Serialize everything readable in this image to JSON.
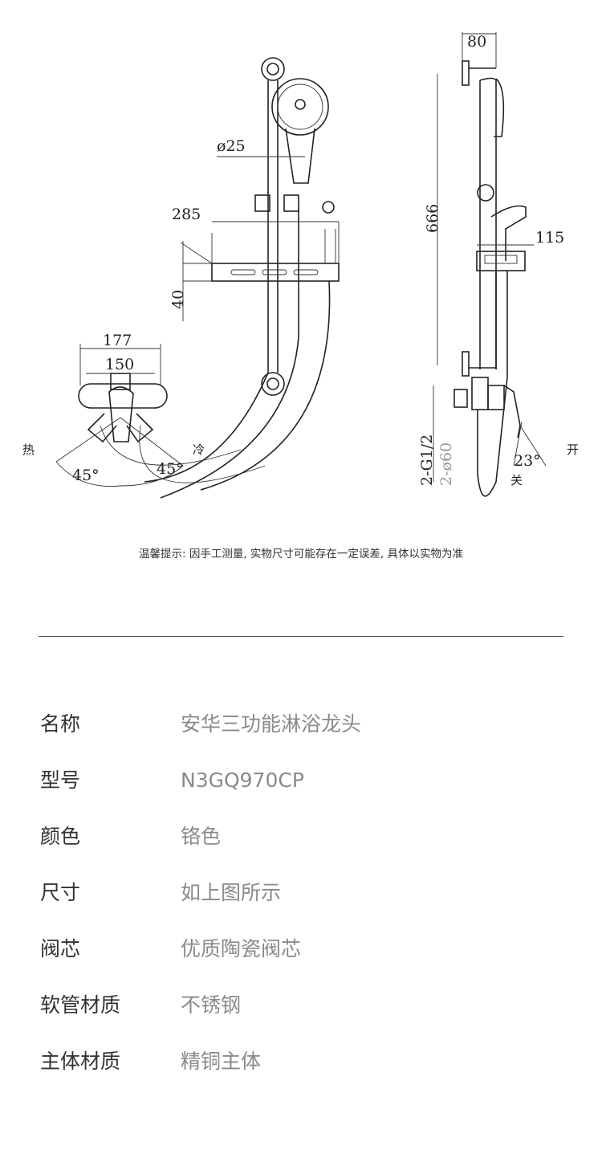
{
  "drawing": {
    "dimensions": {
      "d80": "80",
      "d25": "ø25",
      "d285": "285",
      "d40": "40",
      "d666": "666",
      "d115": "115",
      "d177": "177",
      "d150": "150",
      "a45_left": "45°",
      "a45_right": "45°",
      "a23": "23°",
      "thread": "2-G1/2",
      "flange": "2-ø60"
    },
    "labels": {
      "hot": "热",
      "cold": "冷",
      "open": "开",
      "close": "关"
    }
  },
  "note": "温馨提示: 因手工测量, 实物尺寸可能存在一定误差, 具体以实物为准",
  "specs": [
    {
      "label": "名称",
      "value": "安华三功能淋浴龙头"
    },
    {
      "label": "型号",
      "value": "N3GQ970CP"
    },
    {
      "label": "颜色",
      "value": "铬色"
    },
    {
      "label": "尺寸",
      "value": "如上图所示"
    },
    {
      "label": "阀芯",
      "value": "优质陶瓷阀芯"
    },
    {
      "label": "软管材质",
      "value": "不锈钢"
    },
    {
      "label": "主体材质",
      "value": "精铜主体"
    }
  ]
}
